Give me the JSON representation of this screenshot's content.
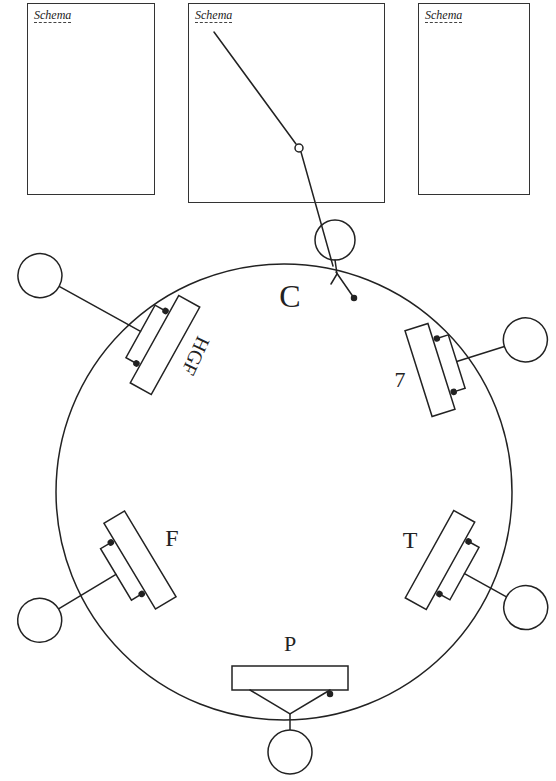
{
  "diagram": {
    "nodes": [
      {
        "text": [
          "Schema"
        ]
      },
      {
        "text": [
          "Schema"
        ]
      },
      {
        "text": [
          "Schema"
        ]
      }
    ],
    "labels": [
      "C",
      "HGF",
      "7",
      "F",
      "T",
      "P"
    ]
  }
}
